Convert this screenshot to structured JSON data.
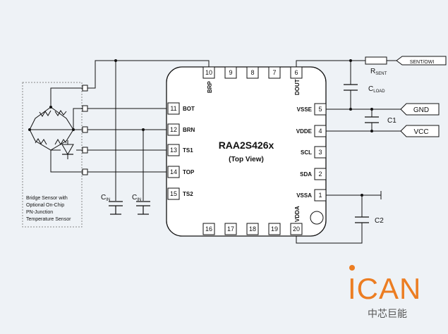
{
  "chip": {
    "name": "RAA2S426x",
    "view": "(Top View)"
  },
  "pins": {
    "p1": "1",
    "p2": "2",
    "p3": "3",
    "p4": "4",
    "p5": "5",
    "p6": "6",
    "p7": "7",
    "p8": "8",
    "p9": "9",
    "p10": "10",
    "p11": "11",
    "p12": "12",
    "p13": "13",
    "p14": "14",
    "p15": "15",
    "p16": "16",
    "p17": "17",
    "p18": "18",
    "p19": "19",
    "p20": "20"
  },
  "pin_labels": {
    "bot": "BOT",
    "brn": "BRN",
    "ts1": "TS1",
    "top": "TOP",
    "ts2": "TS2",
    "vsse": "VSSE",
    "vdde": "VDDE",
    "scl": "SCL",
    "sda": "SDA",
    "vssa": "VSSA",
    "brp": "BRP",
    "dout": "DOUT",
    "vdda": "VDDA"
  },
  "components": {
    "rsent_main": "R",
    "rsent_sub": "SENT",
    "cload_main": "C",
    "cload_sub": "LOAD",
    "c1": "C1",
    "c2": "C2",
    "cin1_main": "C",
    "cin1_sub": "IN",
    "cin2_main": "C",
    "cin2_sub": "IN"
  },
  "signals": {
    "sent": "SENT/OWI",
    "gnd": "GND",
    "vcc": "VCC"
  },
  "sensor_caption": [
    "Bridge Sensor with",
    "Optional On-Chip",
    "PN-Junction",
    "Temperature Sensor"
  ],
  "logo": {
    "text": "ICAN",
    "subtitle": "中芯巨能"
  },
  "colors": {
    "background": "#eef2f6",
    "line": "#111111",
    "logo_orange": "#ec7d22",
    "logo_gray": "#555555"
  }
}
